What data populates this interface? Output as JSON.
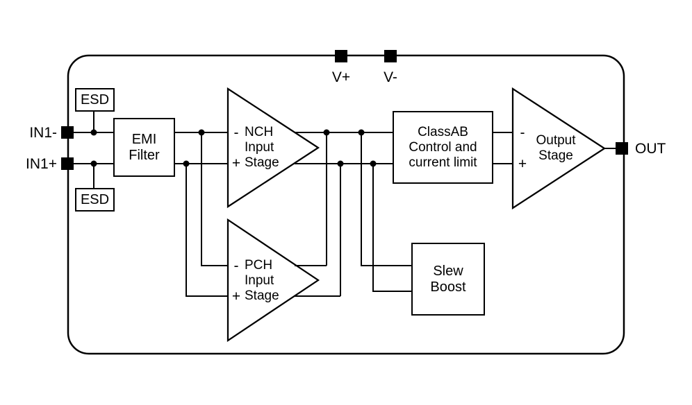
{
  "pins": {
    "v_plus": "V+",
    "v_minus": "V-",
    "in1_minus": "IN1-",
    "in1_plus": "IN1+",
    "out": "OUT"
  },
  "blocks": {
    "esd_top": "ESD",
    "esd_bottom": "ESD",
    "emi": {
      "line1": "EMI",
      "line2": "Filter"
    },
    "classab": {
      "line1": "ClassAB",
      "line2": "Control and",
      "line3": "current limit"
    },
    "slew": {
      "line1": "Slew",
      "line2": "Boost"
    }
  },
  "stages": {
    "nch": {
      "minus": "-",
      "plus": "+",
      "line1": "NCH",
      "line2": "Input",
      "line3": "Stage"
    },
    "pch": {
      "minus": "-",
      "plus": "+",
      "line1": "PCH",
      "line2": "Input",
      "line3": "Stage"
    },
    "output": {
      "minus": "-",
      "plus": "+",
      "line1": "Output",
      "line2": "Stage"
    }
  },
  "colors": {
    "wire": "#000000",
    "background": "#ffffff"
  }
}
